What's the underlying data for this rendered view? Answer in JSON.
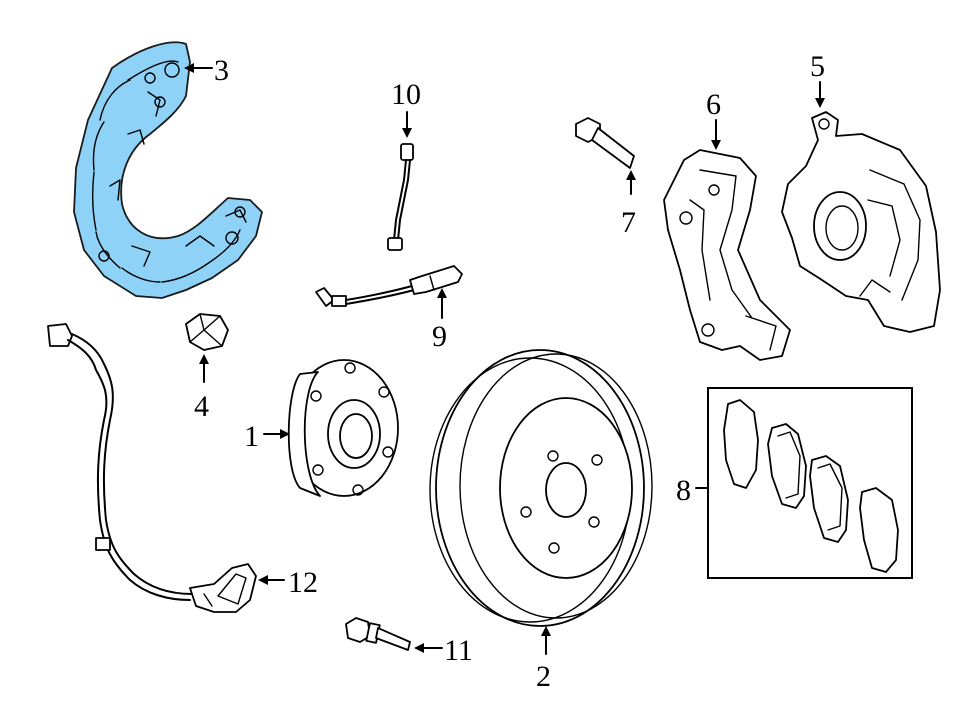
{
  "colors": {
    "highlight": "#8ed3f7",
    "line": "#000000",
    "background": "#ffffff"
  },
  "callouts": [
    {
      "id": "1",
      "label": "1"
    },
    {
      "id": "2",
      "label": "2"
    },
    {
      "id": "3",
      "label": "3"
    },
    {
      "id": "4",
      "label": "4"
    },
    {
      "id": "5",
      "label": "5"
    },
    {
      "id": "6",
      "label": "6"
    },
    {
      "id": "7",
      "label": "7"
    },
    {
      "id": "8",
      "label": "8"
    },
    {
      "id": "9",
      "label": "9"
    },
    {
      "id": "10",
      "label": "10"
    },
    {
      "id": "11",
      "label": "11"
    },
    {
      "id": "12",
      "label": "12"
    }
  ]
}
